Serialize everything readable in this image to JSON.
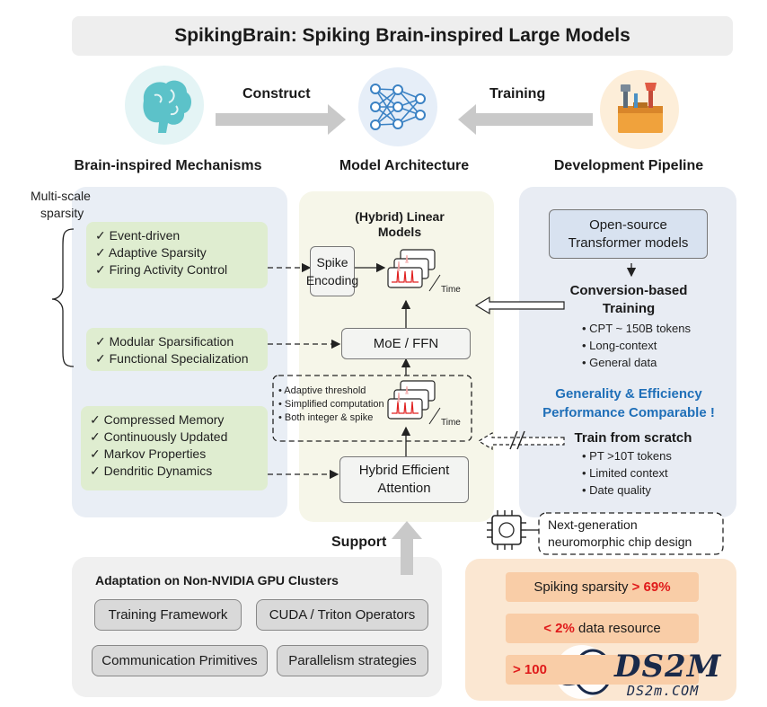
{
  "title": "SpikingBrain: Spiking Brain-inspired Large Models",
  "header": {
    "left_label": "Brain-inspired Mechanisms",
    "center_label": "Model Architecture",
    "right_label": "Development Pipeline",
    "arrow_construct": "Construct",
    "arrow_training": "Training"
  },
  "left_panel": {
    "multiscale_label_1": "Multi-scale",
    "multiscale_label_2": "sparsity",
    "group1": [
      "✓  Event-driven",
      "✓  Adaptive Sparsity",
      "✓  Firing Activity Control"
    ],
    "group2": [
      "✓  Modular Sparsification",
      "✓  Functional Specialization"
    ],
    "group3": [
      "✓  Compressed Memory",
      "✓  Continuously Updated",
      "✓  Markov Properties",
      "✓  Dendritic Dynamics"
    ]
  },
  "center_panel": {
    "title_1": "(Hybrid) Linear",
    "title_2": "Models",
    "spike_encoding_1": "Spike",
    "spike_encoding_2": "Encoding",
    "time_label_1": "Time",
    "moe_ffn": "MoE / FFN",
    "attention_notes": [
      "• Adaptive threshold",
      "• Simplified computation",
      "• Both integer & spike"
    ],
    "time_label_2": "Time",
    "hybrid_attention_1": "Hybrid Efficient",
    "hybrid_attention_2": "Attention",
    "support_label": "Support"
  },
  "right_panel": {
    "open_source_1": "Open-source",
    "open_source_2": "Transformer models",
    "conversion_1": "Conversion-based",
    "conversion_2": "Training",
    "conversion_items": [
      "• CPT ~ 150B tokens",
      "• Long-context",
      "• General data"
    ],
    "generality_1": "Generality & Efficiency",
    "generality_2": "Performance Comparable !",
    "scratch_title": "Train from scratch",
    "scratch_items": [
      "• PT >10T tokens",
      "• Limited context",
      "• Date quality"
    ]
  },
  "chip": {
    "label_1": "Next-generation",
    "label_2": "neuromorphic chip design"
  },
  "bottom_left": {
    "title": "Adaptation on Non-NVIDIA GPU Clusters",
    "buttons": [
      "Training Framework",
      "CUDA / Triton Operators",
      "Communication Primitives",
      "Parallelism strategies"
    ]
  },
  "bottom_right": {
    "row1_text": "Spiking sparsity ",
    "row1_highlight": "> 69%",
    "row2_highlight": "< 2%",
    "row2_text": " data resource",
    "row3_highlight": "> 100"
  },
  "watermark": {
    "brand": "DS2M",
    "domain": "DS2m.COM"
  },
  "colors": {
    "green_box": "#dfedd0",
    "accent_blue": "#1f6fb8",
    "highlight_red": "#e01a1a",
    "orange_box": "#f9cda7",
    "brain_icon": "#5cc2c9",
    "network_icon": "#3b82c4",
    "toolbox_icon": "#f0a23c"
  }
}
